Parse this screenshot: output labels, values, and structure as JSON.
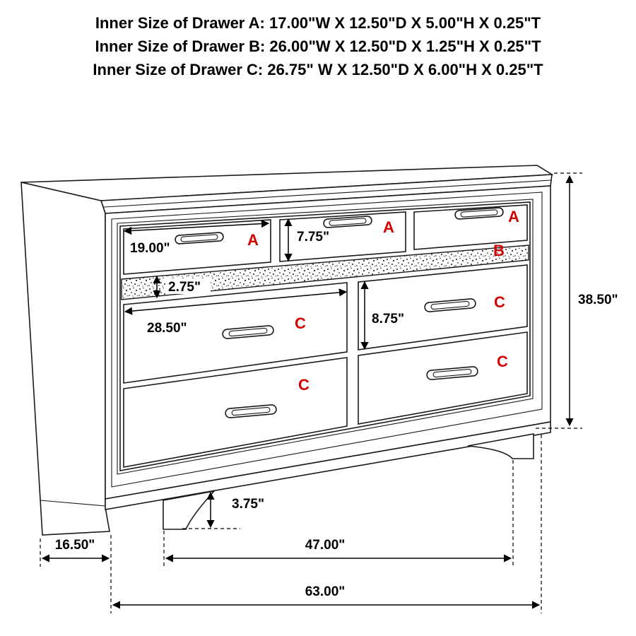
{
  "header": {
    "line_a": "Inner Size of Drawer A: 17.00\"W X 12.50\"D X 5.00\"H X 0.25\"T",
    "line_b": "Inner Size of Drawer B: 26.00\"W X 12.50\"D X 1.25\"H X 0.25\"T",
    "line_c": "Inner Size of Drawer C: 26.75\" W X 12.50\"D X 6.00\"H X 0.25\"T"
  },
  "drawer_labels": {
    "a1": "A",
    "a2": "A",
    "a3": "A",
    "b": "B",
    "c1": "C",
    "c2": "C",
    "c3": "C",
    "c4": "C"
  },
  "dimensions": {
    "drawer_a_width": "19.00\"",
    "drawer_a_height": "7.75\"",
    "drawer_b_height": "2.75\"",
    "drawer_c_width": "28.50\"",
    "drawer_c_height": "8.75\"",
    "overall_height": "38.50\"",
    "foot_height": "3.75\"",
    "depth": "16.50\"",
    "feet_span": "47.00\"",
    "overall_width": "63.00\""
  },
  "colors": {
    "label_red": "#d20000",
    "line_black": "#1a1a1a"
  }
}
